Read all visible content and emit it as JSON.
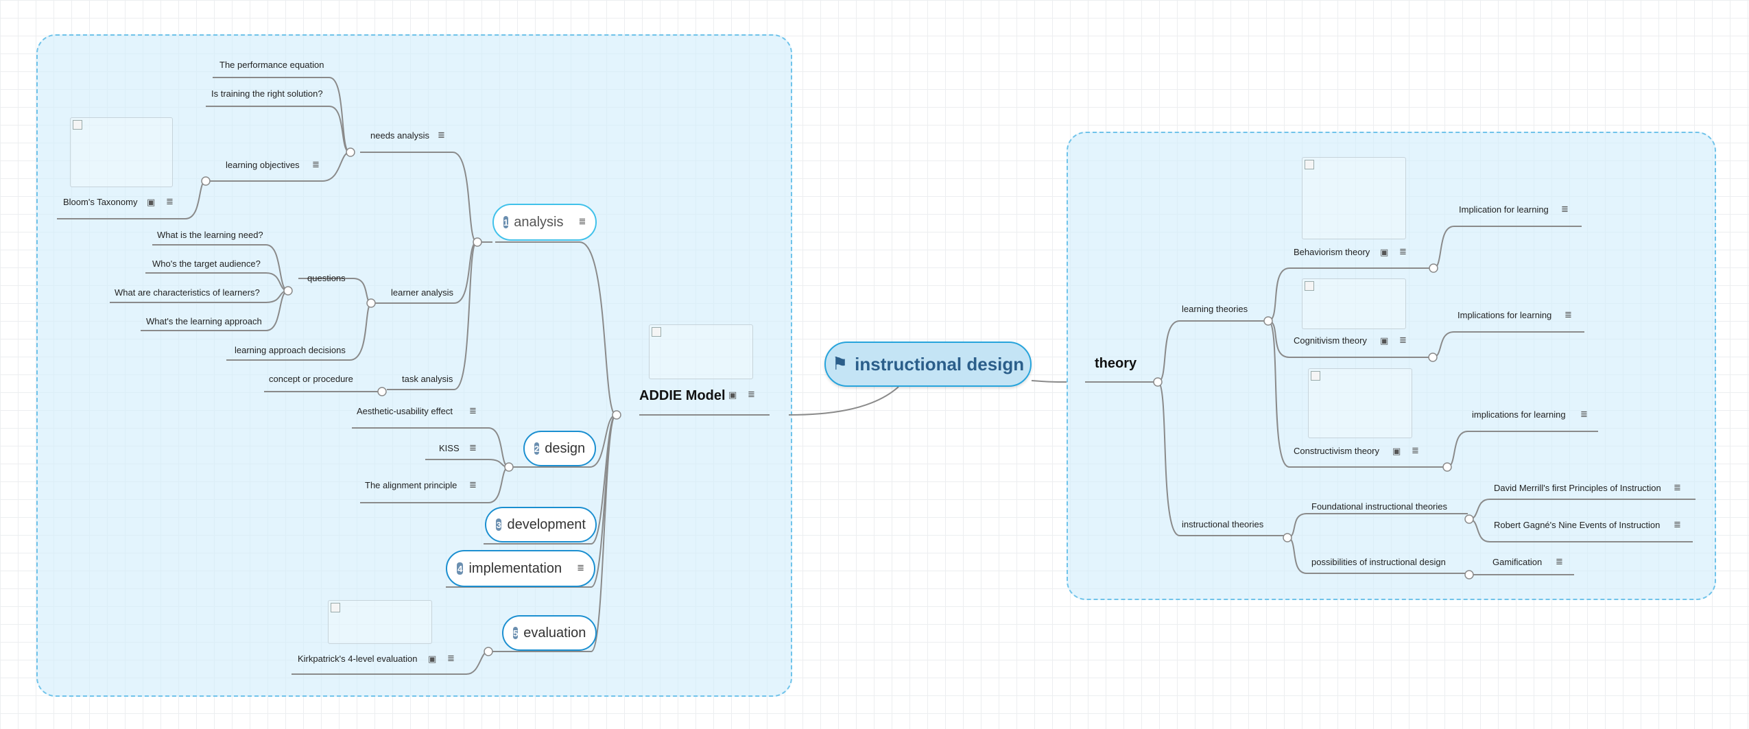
{
  "root": {
    "label": "instructional design",
    "icon": "flag-icon"
  },
  "addie": {
    "label": "ADDIE Model",
    "analysis": {
      "number": "1",
      "label": "analysis",
      "needs_analysis": {
        "label": "needs analysis",
        "items": [
          "The performance equation",
          "Is training the right solution?"
        ],
        "learning_objectives": {
          "label": "learning objectives",
          "child": "Bloom's Taxonomy"
        }
      },
      "learner_analysis": {
        "label": "learner analysis",
        "questions": {
          "label": "questions",
          "items": [
            "What is the learning need?",
            "Who's the target audience?",
            "What are  characteristics of learners?",
            "What's the learning approach"
          ]
        },
        "decisions": "learning approach decisions"
      },
      "task_analysis": {
        "label": "task analysis",
        "child": "concept or procedure"
      }
    },
    "design": {
      "number": "2",
      "label": "design",
      "items": [
        "Aesthetic-usability effect",
        "KISS",
        "The alignment principle"
      ]
    },
    "development": {
      "number": "3",
      "label": "development"
    },
    "implementation": {
      "number": "4",
      "label": "implementation"
    },
    "evaluation": {
      "number": "5",
      "label": "evaluation",
      "child": "Kirkpatrick's 4-level evaluation"
    }
  },
  "theory": {
    "label": "theory",
    "learning_theories": {
      "label": "learning theories",
      "behaviorism": {
        "label": "Behaviorism theory",
        "child": "Implication for learning"
      },
      "cognitivism": {
        "label": "Cognitivism theory",
        "child": "Implications for learning"
      },
      "constructivism": {
        "label": "Constructivism theory",
        "child": "implications for learning"
      }
    },
    "instructional_theories": {
      "label": "instructional theories",
      "foundational": {
        "label": "Foundational instructional theories",
        "items": [
          "David Merrill's first Principles of Instruction",
          "Robert Gagné's Nine Events of Instruction"
        ]
      },
      "possibilities": {
        "label": "possibilities of instructional design",
        "child": "Gamification"
      }
    }
  },
  "icons": {
    "notes": "notes-icon",
    "image": "image-icon"
  },
  "colors": {
    "accent": "#1b8fd0",
    "root_fill": "#c4e4f5",
    "group_fill": "#d2eefc"
  }
}
